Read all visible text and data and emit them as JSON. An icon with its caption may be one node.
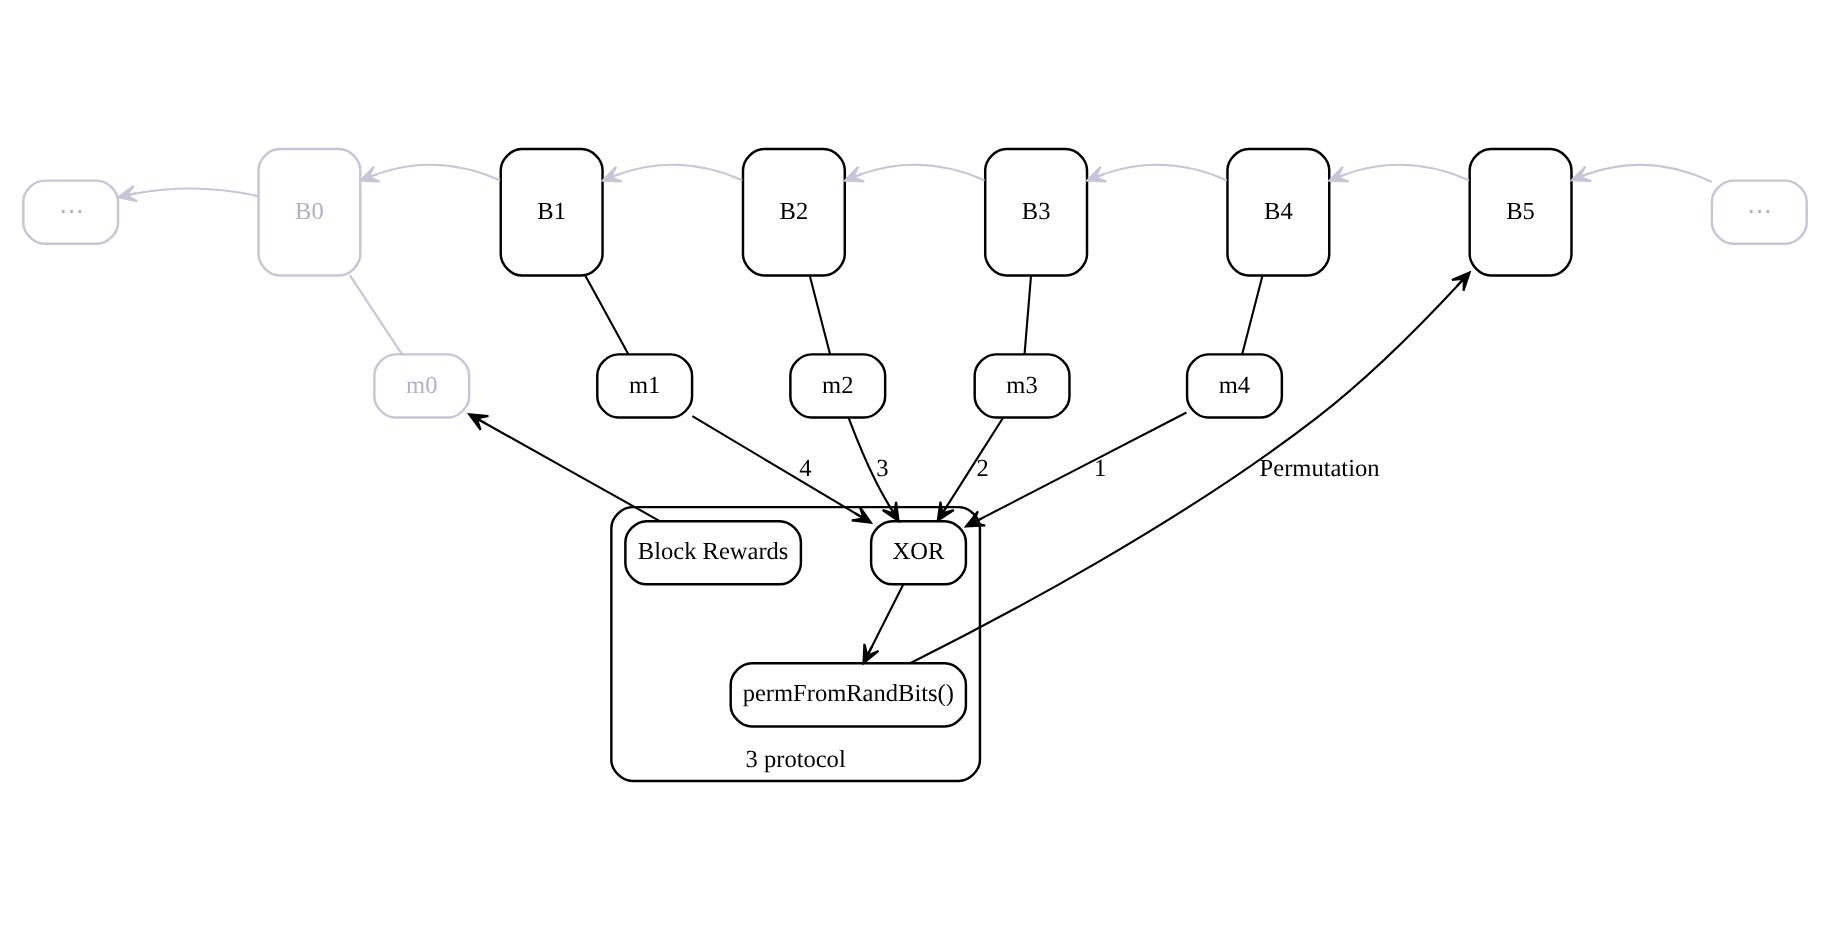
{
  "diagram": {
    "nodes": [
      {
        "text": [
          "⋯"
        ]
      },
      {
        "text": [
          "B0"
        ]
      },
      {
        "text": [
          "m0"
        ]
      },
      {
        "text": [
          "B1"
        ]
      },
      {
        "text": [
          "m1"
        ]
      },
      {
        "text": [
          "B2"
        ]
      },
      {
        "text": [
          "m2"
        ]
      },
      {
        "text": [
          "B3"
        ]
      },
      {
        "text": [
          "m3"
        ]
      },
      {
        "text": [
          "B4"
        ]
      },
      {
        "text": [
          "m4"
        ]
      },
      {
        "text": [
          "B5"
        ]
      },
      {
        "text": [
          "⋯"
        ]
      },
      {
        "text": [
          "3 protocol"
        ]
      },
      {
        "text": [
          "Block Rewards"
        ],
        "in": 13
      },
      {
        "text": [
          "XOR"
        ],
        "in": 13
      },
      {
        "text": [
          "permFromRandBits()"
        ],
        "in": 13
      }
    ],
    "edges": [
      {
        "from": 1,
        "to": 0,
        "arrow": "to",
        "color": "#c9c5d9"
      },
      {
        "from": 3,
        "to": 1,
        "arrow": "to",
        "color": "#c9c5d9"
      },
      {
        "from": 5,
        "to": 3,
        "arrow": "to",
        "color": "#c9c5d9"
      },
      {
        "from": 7,
        "to": 5,
        "arrow": "to",
        "color": "#c9c5d9"
      },
      {
        "from": 9,
        "to": 7,
        "arrow": "to",
        "color": "#c9c5d9"
      },
      {
        "from": 11,
        "to": 9,
        "arrow": "to",
        "color": "#c9c5d9"
      },
      {
        "from": 12,
        "to": 11,
        "arrow": "to",
        "color": "#c9c5d9"
      },
      {
        "from": 1,
        "to": 2,
        "arrow": "none",
        "color": "#c9c5d9"
      },
      {
        "from": 3,
        "to": 4,
        "arrow": "none"
      },
      {
        "from": 5,
        "to": 6,
        "arrow": "none"
      },
      {
        "from": 7,
        "to": 8,
        "arrow": "none"
      },
      {
        "from": 9,
        "to": 10,
        "arrow": "none"
      },
      {
        "from": 4,
        "to": 15,
        "arrow": "to",
        "label": "4"
      },
      {
        "from": 6,
        "to": 15,
        "arrow": "to",
        "label": "3"
      },
      {
        "from": 8,
        "to": 15,
        "arrow": "to",
        "label": "2"
      },
      {
        "from": 10,
        "to": 15,
        "arrow": "to",
        "label": "1"
      },
      {
        "from": 15,
        "to": 16,
        "arrow": "to"
      },
      {
        "from": 16,
        "to": 11,
        "arrow": "to",
        "label": "Permutation"
      },
      {
        "from": 14,
        "to": 2,
        "arrow": "to"
      }
    ]
  }
}
